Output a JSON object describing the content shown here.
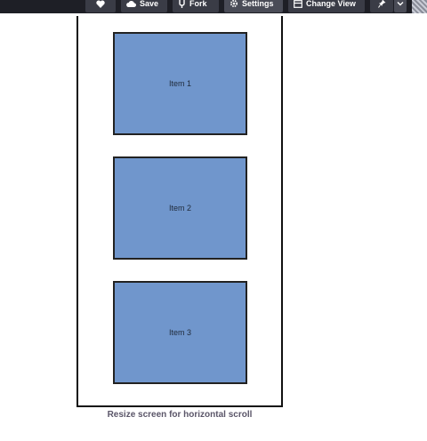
{
  "toolbar": {
    "heart_icon": "heart-icon",
    "save_label": "Save",
    "fork_label": "Fork",
    "settings_label": "Settings",
    "change_view_label": "Change View",
    "pin_icon": "pin-icon",
    "chevron_icon": "chevron-down-icon"
  },
  "preview": {
    "items": [
      {
        "label": "Item 1"
      },
      {
        "label": "Item 2"
      },
      {
        "label": "Item 3"
      }
    ],
    "caption": "Resize screen for horizontal scroll"
  },
  "colors": {
    "toolbar_bg": "#1e1f26",
    "button_bg": "#3a3c46",
    "item_fill": "#7096cc",
    "caption_text": "#5a5568"
  }
}
